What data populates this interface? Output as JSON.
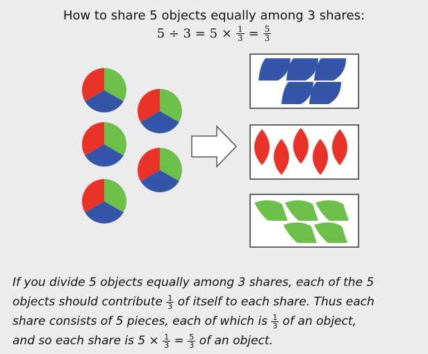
{
  "title": {
    "text": "How to share 5 objects equally among 3 shares:"
  },
  "formula": {
    "lhs": "5 ÷ 3 = 5 ×",
    "frac_num": "1",
    "frac_den": "3",
    "equals": "=",
    "result_num": "5",
    "result_den": "3"
  },
  "diagram": {
    "objects": 5,
    "shares": 3,
    "colors": {
      "red": "#ea3328",
      "green": "#6cc04a",
      "blue": "#3455a8",
      "box_border": "#333333",
      "arrow_border": "#555555"
    }
  },
  "caption": {
    "p1": "If you divide 5 objects equally among 3 shares, each of the 5",
    "p2a": "objects should contribute",
    "p2_num": "1",
    "p2_den": "3",
    "p2b": "of itself to each share. Thus each",
    "p3a": "share consists of 5 pieces, each of which is",
    "p3_num": "1",
    "p3_den": "3",
    "p3b": "of an object,",
    "p4a": "and so each share is 5 ×",
    "p4_num": "1",
    "p4_den": "3",
    "p4_eq": "=",
    "p4_num2": "5",
    "p4_den2": "3",
    "p4b": "of an object."
  }
}
